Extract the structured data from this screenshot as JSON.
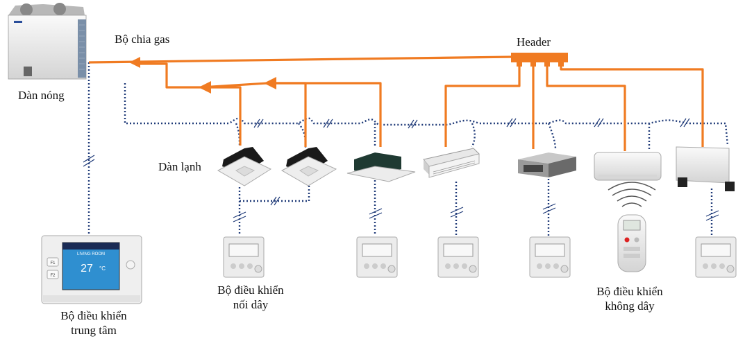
{
  "labels": {
    "outdoor_unit": "Dàn nóng",
    "gas_splitter": "Bộ chia gas",
    "header": "Header",
    "indoor_units": "Dàn lạnh",
    "wired_controller": [
      "Bộ điều khiển",
      "nối dây"
    ],
    "central_controller": [
      "Bộ điều khiển",
      "trung tâm"
    ],
    "wireless_controller": [
      "Bộ điều khiển",
      "không dây"
    ]
  },
  "central_panel": {
    "screen_title": "LIVING ROOM",
    "temperature": "27",
    "unit": "°C",
    "button_f1": "F1",
    "button_f2": "F2"
  },
  "colors": {
    "refrigerant_pipe": "#f07b22",
    "control_wire": "#1f3a78",
    "device_body": "#ededed",
    "screen": "#2f8fd0"
  },
  "icons": {
    "outdoor_unit": "vrf-outdoor-unit",
    "indoor_units": [
      "cassette-4way",
      "cassette-4way",
      "cassette-1way",
      "ceiling-suspended",
      "ducted",
      "wall-mounted",
      "floor-standing"
    ],
    "controllers": [
      "wired-remote",
      "wired-remote",
      "wired-remote",
      "wired-remote",
      "wireless-remote",
      "wired-remote",
      "central-controller"
    ]
  }
}
